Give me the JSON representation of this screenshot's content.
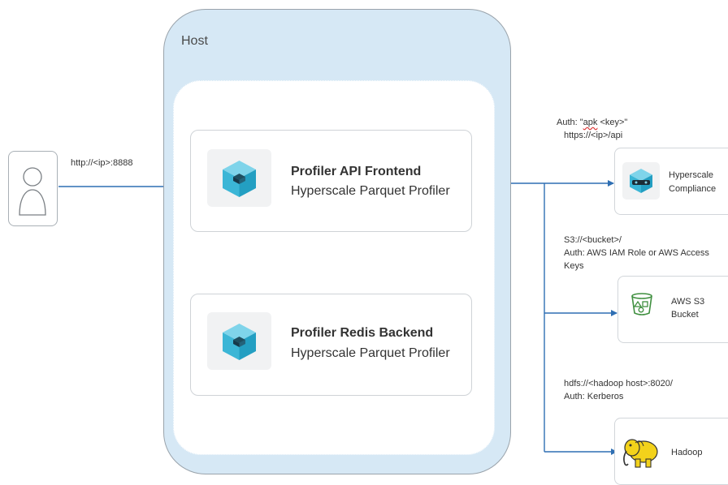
{
  "host": {
    "label": "Host"
  },
  "frontend": {
    "title": "Profiler API Frontend",
    "subtitle": "Hyperscale Parquet Profiler"
  },
  "backend": {
    "title": "Profiler Redis Backend",
    "subtitle": "Hyperscale Parquet Profiler"
  },
  "user_link": {
    "label": "http://<ip>:8888"
  },
  "hyperscale": {
    "auth_prefix": "Auth: \"",
    "auth_key": "apk",
    "auth_suffix": " <key>\"",
    "url": "https://<ip>/api",
    "label_line1": "Hyperscale",
    "label_line2": "Compliance"
  },
  "s3": {
    "url": "S3://<bucket>/",
    "auth_line1": "Auth: AWS IAM Role or AWS Access",
    "auth_line2": "Keys",
    "label_line1": "AWS S3",
    "label_line2": "Bucket"
  },
  "hadoop": {
    "url": "hdfs://<hadoop host>:8020/",
    "auth": "Auth: Kerberos",
    "label": "Hadoop"
  },
  "colors": {
    "arrow": "#2f6fb3",
    "host_fill": "#d6e8f5",
    "cube_top": "#7fd4ea",
    "cube_left": "#3bb6d6",
    "cube_right": "#239fc2",
    "s3_green": "#3f8f3f",
    "elephant": "#f3d21b"
  }
}
